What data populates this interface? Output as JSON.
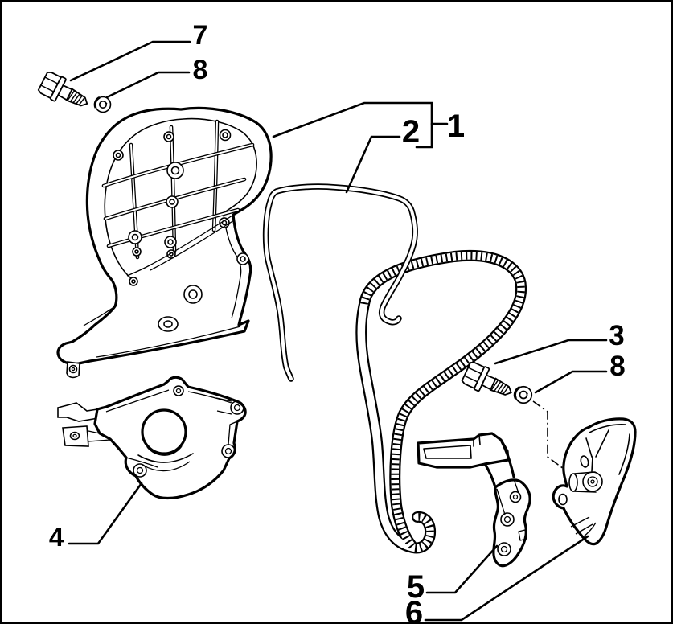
{
  "figure": {
    "kind": "exploded-parts-line-drawing",
    "background_color": "#ffffff",
    "ink_color": "#000000"
  },
  "callouts": [
    {
      "label": "7"
    },
    {
      "label": "8"
    },
    {
      "label": "1"
    },
    {
      "label": "2"
    },
    {
      "label": "3"
    },
    {
      "label": "8"
    },
    {
      "label": "4"
    },
    {
      "label": "5"
    },
    {
      "label": "6"
    }
  ]
}
